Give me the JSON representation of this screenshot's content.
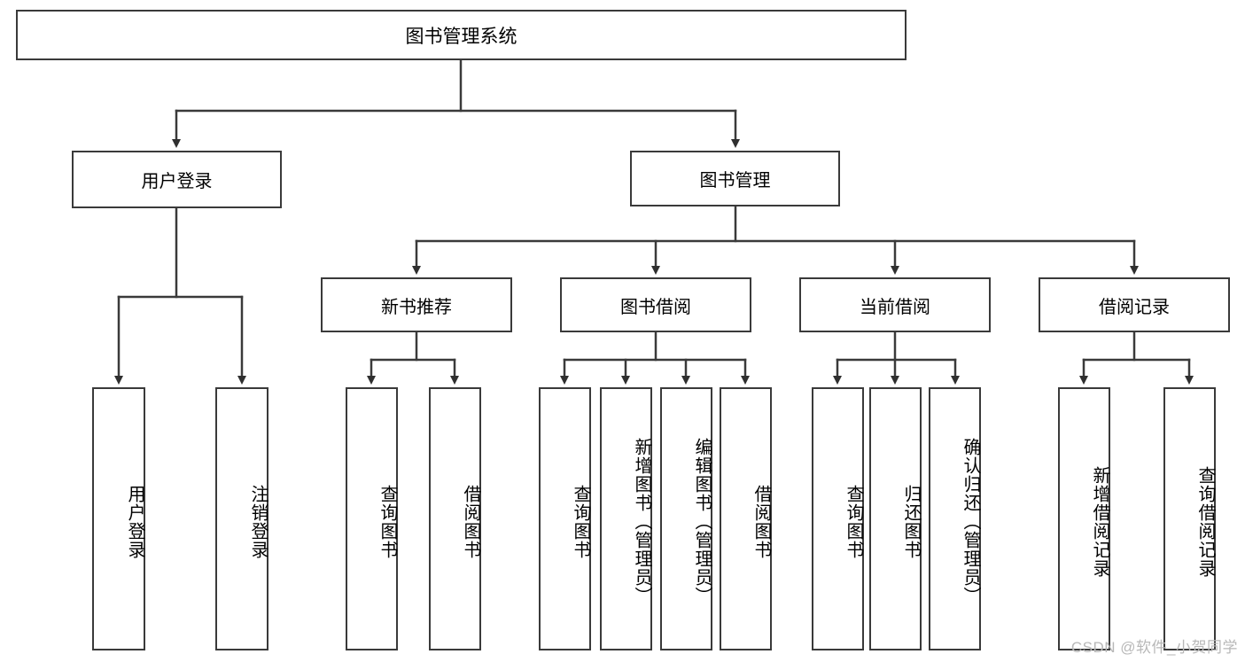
{
  "diagram": {
    "type": "tree",
    "title": "图书管理系统",
    "colors": {
      "stroke": "#3a3a3a",
      "fill": "#ffffff",
      "text": "#000000",
      "watermark": "#b8b8b8"
    },
    "nodes": {
      "root": {
        "label": "图书管理系统",
        "level": 0
      },
      "l1_0": {
        "label": "用户登录",
        "level": 1
      },
      "l1_1": {
        "label": "图书管理",
        "level": 1
      },
      "l2_0": {
        "label": "新书推荐",
        "level": 2
      },
      "l2_1": {
        "label": "图书借阅",
        "level": 2
      },
      "l2_2": {
        "label": "当前借阅",
        "level": 2
      },
      "l2_3": {
        "label": "借阅记录",
        "level": 2
      },
      "leaf_0": {
        "label": "用户登录",
        "level": 3,
        "parent": "用户登录"
      },
      "leaf_1": {
        "label": "注销登录",
        "level": 3,
        "parent": "用户登录"
      },
      "leaf_2": {
        "label": "查询图书",
        "level": 3,
        "parent": "新书推荐"
      },
      "leaf_3": {
        "label": "借阅图书",
        "level": 3,
        "parent": "新书推荐"
      },
      "leaf_4": {
        "label": "查询图书",
        "level": 3,
        "parent": "图书借阅"
      },
      "leaf_5": {
        "label": "新增图书（管理员）",
        "level": 3,
        "parent": "图书借阅"
      },
      "leaf_6": {
        "label": "编辑图书（管理员）",
        "level": 3,
        "parent": "图书借阅"
      },
      "leaf_7": {
        "label": "借阅图书",
        "level": 3,
        "parent": "图书借阅"
      },
      "leaf_8": {
        "label": "查询图书",
        "level": 3,
        "parent": "当前借阅"
      },
      "leaf_9": {
        "label": "归还图书",
        "level": 3,
        "parent": "当前借阅"
      },
      "leaf_10": {
        "label": "确认归还（管理员）",
        "level": 3,
        "parent": "当前借阅"
      },
      "leaf_11": {
        "label": "新增借阅记录",
        "level": 3,
        "parent": "借阅记录"
      },
      "leaf_12": {
        "label": "查询借阅记录",
        "level": 3,
        "parent": "借阅记录"
      }
    },
    "watermark": "CSDN @软件_小贺同学"
  }
}
